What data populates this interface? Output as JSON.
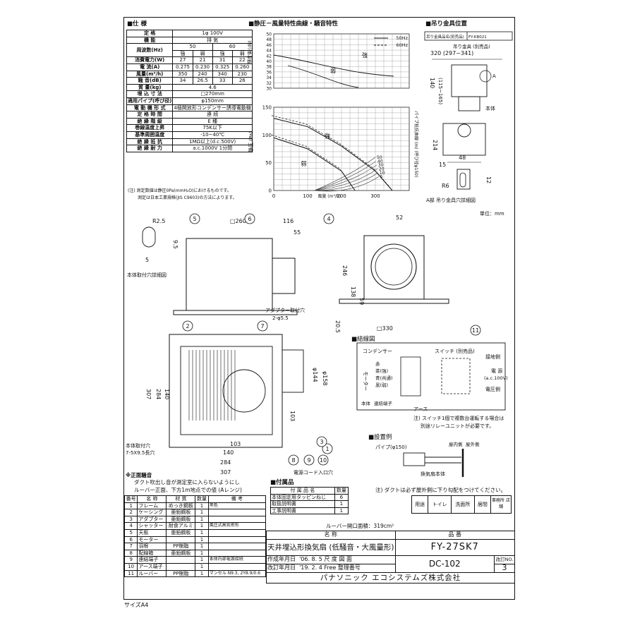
{
  "spec": {
    "heading": "■仕 様",
    "rows": [
      [
        "定 格",
        "1φ 100V"
      ],
      [
        "機 能",
        "排 気"
      ],
      [
        "周波数(Hz)",
        "50",
        "60"
      ],
      [
        "",
        "強",
        "弱",
        "強",
        "弱"
      ],
      [
        "消費電力(W)",
        "27",
        "21",
        "31",
        "22"
      ],
      [
        "電 流(A)",
        "0.275",
        "0.230",
        "0.325",
        "0.260"
      ],
      [
        "風量(m³/h)",
        "350",
        "240",
        "340",
        "230"
      ],
      [
        "騒 音(dB)",
        "34",
        "26.5",
        "33",
        "26"
      ],
      [
        "質 量(kg)",
        "4.6"
      ],
      [
        "埋 込 寸 法",
        "□270mm"
      ],
      [
        "適用パイプ(呼び径)",
        "φ150mm"
      ],
      [
        "電 動 機 形 式",
        "4極開放形コンデンサー誘導電動機"
      ],
      [
        "定 格 時 間",
        "連 続"
      ],
      [
        "絶 縁 階 級",
        "E 種"
      ],
      [
        "巻線温度上昇",
        "75K以下"
      ],
      [
        "基準周囲温度",
        "-10~40℃"
      ],
      [
        "絶 縁 抵 抗",
        "1MΩ以上(d.c.500V)"
      ],
      [
        "絶 縁 耐 力",
        "a.c.1000V 1分間"
      ]
    ],
    "note1": "(注) 測定数値は静圧0Pa(mmH₂O)におけるものです。",
    "note2": "測定は日本工業規格(JIS C9603)の方法によります。"
  },
  "chart": {
    "heading": "■静圧－風量特性曲線・騒音特性",
    "legend_50": "50Hz",
    "legend_60": "60Hz",
    "ylabel_noise": "騒音値 (dB)",
    "ylabel_pressure": "静圧 (Pa)",
    "xlabel": "風量 (m³/h)",
    "pipe_label": "パイプ抵抗曲線 (m) (呼び径φ150)",
    "noise_ticks": [
      "50",
      "48",
      "46",
      "44",
      "42",
      "40",
      "38",
      "36",
      "34",
      "32",
      "30"
    ],
    "pressure_ticks": [
      "150",
      "100",
      "50",
      "0"
    ],
    "x_ticks": [
      "0",
      "100",
      "200",
      "300"
    ],
    "label_strong": "強",
    "label_weak": "弱",
    "pipe_ticks": [
      "50",
      "40",
      "30",
      "20",
      "10",
      "5"
    ]
  },
  "chart_data": {
    "type": "line",
    "title": "静圧－風量特性曲線・騒音特性",
    "xlabel": "風量 (m³/h)",
    "ylabel": "静圧 (Pa)",
    "xlim": [
      0,
      400
    ],
    "ylim": [
      0,
      150
    ],
    "series": [
      {
        "name": "強",
        "x": [
          0,
          100,
          200,
          300,
          350
        ],
        "y": [
          130,
          115,
          80,
          35,
          0
        ]
      },
      {
        "name": "弱",
        "x": [
          0,
          100,
          200,
          240
        ],
        "y": [
          95,
          75,
          35,
          0
        ]
      }
    ]
  },
  "hanger": {
    "heading": "■吊り金具位置",
    "row1a": "吊り金具品名(別売品)",
    "row1b": "FY-KB021",
    "dims_top": "320 (297~341)",
    "label_hanger": "吊り金具 (別売品)",
    "label_a": "A",
    "label_body": "本体",
    "dim_140": "140",
    "dim_range": "(115~165)",
    "dim_214": "214",
    "dim_48": "48",
    "dim_15": "15",
    "dim_12": "12",
    "dim_r6": "R6",
    "caption": "A部 吊り金具穴詳細図",
    "unit": "単位：mm"
  },
  "drawing": {
    "dims": [
      "R2.5",
      "9.5",
      "5",
      "□260",
      "116",
      "55",
      "52",
      "246",
      "138",
      "59",
      "□330",
      "20.5",
      "307",
      "284",
      "140",
      "φ144",
      "φ158",
      "103",
      "140",
      "284",
      "307",
      "103"
    ],
    "adapter": "アダプター取付穴",
    "adapter2": "2-φ5.5",
    "detail_caption": "本体取付穴詳細図",
    "mount_holes": "本体取付穴",
    "mount_holes2": "7-5X9.5長穴",
    "cord": "電源コード入口穴",
    "callouts": [
      "5",
      "6",
      "4",
      "2",
      "7",
      "1",
      "3",
      "8",
      "9",
      "10",
      "11"
    ]
  },
  "wiring": {
    "heading": "■結線図",
    "condenser": "コンデンサー",
    "switch": "スイッチ (別売品)",
    "ground_side": "接地側",
    "power": "電 源",
    "power2": "(a.c.100V)",
    "voltage_side": "電圧側",
    "motor": "モーター",
    "wires": [
      "赤",
      "茶(強)",
      "青(共通)",
      "黒(弱)"
    ],
    "terminal": "本体",
    "terminal2": "連結端子",
    "earth": "アース",
    "note1": "注) スイッチ1個で複数台運転する場合は",
    "note2": "別途リレーユニットが必要です。"
  },
  "install": {
    "heading": "■設置例",
    "pipe": "パイプ(φ150)",
    "inside": "屋内側",
    "outside": "屋外側",
    "hood": "換気扇本体",
    "note": "注) ダクトは必ず屋外側に下り勾配をつけてください。",
    "uses_label": "用途",
    "uses": [
      "トイレ",
      "洗面所",
      "居間",
      "事務所 店舗"
    ]
  },
  "parts_table": {
    "note_heading": "※正面騒音",
    "note1": "ダクト吹出し音が測定室に入らないようにし",
    "note2": "ルーバー正面、下方1m地点での値 (Aレンジ)",
    "headers": [
      "番号",
      "名 称",
      "材 質",
      "数量",
      "備 考"
    ],
    "rows": [
      [
        "1",
        "フレーム",
        "めっき鋼板",
        "1",
        "黒色"
      ],
      [
        "2",
        "ケーシング",
        "亜鉛鋼板",
        "1",
        ""
      ],
      [
        "3",
        "アダプター",
        "亜鉛鋼板",
        "1",
        ""
      ],
      [
        "4",
        "シャッター",
        "耐食アルミ",
        "1",
        "風圧式高気密形"
      ],
      [
        "5",
        "天板",
        "亜鉛鋼板",
        "1",
        ""
      ],
      [
        "6",
        "モーター",
        "",
        "1",
        ""
      ],
      [
        "7",
        "羽根",
        "PP樹脂",
        "1",
        ""
      ],
      [
        "8",
        "配線箱",
        "亜鉛鋼板",
        "1",
        ""
      ],
      [
        "9",
        "連結端子",
        "",
        "1",
        "本体内部電源接続"
      ],
      [
        "10",
        "アース端子",
        "",
        "1",
        ""
      ],
      [
        "11",
        "ルーバー",
        "PP樹脂",
        "1",
        "マンセル N9.3, 2Y8.9/0.6"
      ]
    ]
  },
  "accessories": {
    "heading": "■付属品",
    "headers": [
      "付 属 品 名",
      "数量"
    ],
    "rows": [
      [
        "本体固定用タッピンねじ",
        "6"
      ],
      [
        "取扱説明書",
        "1"
      ],
      [
        "工事説明書",
        "1"
      ]
    ],
    "louver_area": "ルーバー開口面積：319cm²"
  },
  "title_block": {
    "name_label": "名 称",
    "product_label": "品 番",
    "name": "天井埋込形換気扇 (低騒音・大風量形)",
    "product": "FY-27SK7",
    "created_label": "作成年月日",
    "created": "'06. 8. 5",
    "scale_label": "尺 度",
    "scale": "",
    "drawing_label": "図 面",
    "revised_label": "改訂年月日",
    "revised": "'19. 2. 4",
    "scale_free": "Free",
    "ref_label": "整理番号",
    "drawing_no": "DC-102",
    "rev_label": "改訂NO.",
    "rev": "3",
    "company": "パナソニック エコシステムズ株式会社"
  },
  "size": "サイズA4"
}
